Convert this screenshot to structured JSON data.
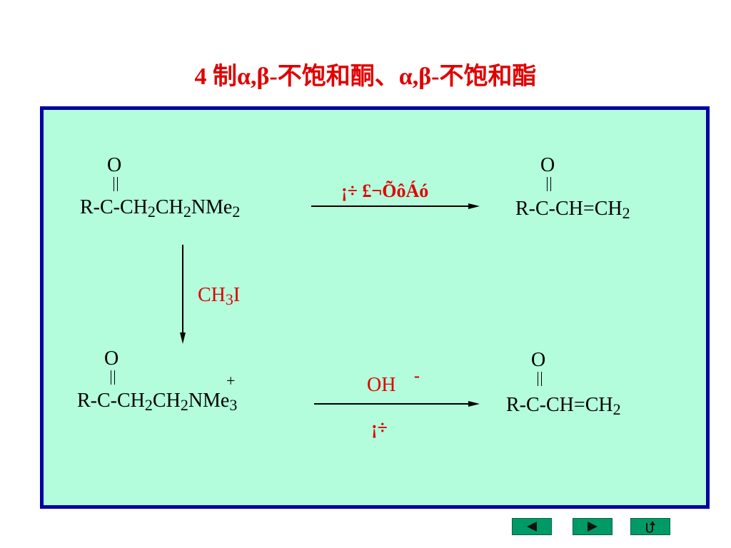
{
  "title": "4 制α,β-不饱和酮、α,β-不饱和酯",
  "colors": {
    "panel_bg": "#b3fcdc",
    "panel_border": "#0000a0",
    "title": "#e00000",
    "reagent": "#e00000",
    "nav_button": "#009a66"
  },
  "reaction1": {
    "reactant": {
      "oxygen": "O",
      "chain": "R-C-CH",
      "sub1": "2",
      "mid": "CH",
      "sub2": "2",
      "tail": "NMe",
      "sub3": "2"
    },
    "reagent": "¡÷ £¬ÕôÁó",
    "product": {
      "oxygen": "O",
      "chain": "R-C-CH=CH",
      "sub": "2"
    }
  },
  "step_down": {
    "reagent_main": "CH",
    "reagent_sub": "3",
    "reagent_tail": "I"
  },
  "reaction2": {
    "reactant": {
      "oxygen": "O",
      "charge": "+",
      "chain": "R-C-CH",
      "sub1": "2",
      "mid": "CH",
      "sub2": "2",
      "tail": "NMe",
      "sub3": "3"
    },
    "reagent_above": "OH",
    "reagent_charge": "-",
    "reagent_below": "¡÷",
    "product": {
      "oxygen": "O",
      "chain": "R-C-CH=CH",
      "sub": "2"
    }
  },
  "nav": {
    "prev_icon": "triangle-left-icon",
    "next_icon": "triangle-right-icon",
    "return_icon": "return-arrow-icon"
  }
}
